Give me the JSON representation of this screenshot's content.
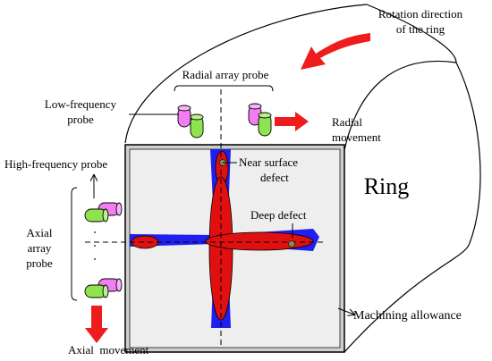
{
  "labels": {
    "rotation": [
      "Rotation direction",
      "of the ring"
    ],
    "radial_probe": "Radial array probe",
    "low_freq": [
      "Low-frequency",
      "probe"
    ],
    "radial_move": [
      "Radial",
      "movement"
    ],
    "high_freq": "High-frequency probe",
    "near_defect": [
      "Near surface",
      "defect"
    ],
    "ring": "Ring",
    "deep_defect": "Deep defect",
    "axial_probe": [
      "Axial",
      "array",
      "probe"
    ],
    "machining": "Machining allowance",
    "axial_move": "Axial  movement"
  },
  "colors": {
    "arrow_red": "#ee1c1c",
    "field_blue": "#1f1ff0",
    "defect_red": "#e01010",
    "probe_pink": "#f27ff2",
    "probe_green": "#8ee34f",
    "section_gray": "#eeeeee",
    "defect_dot": "#8a8a55"
  }
}
